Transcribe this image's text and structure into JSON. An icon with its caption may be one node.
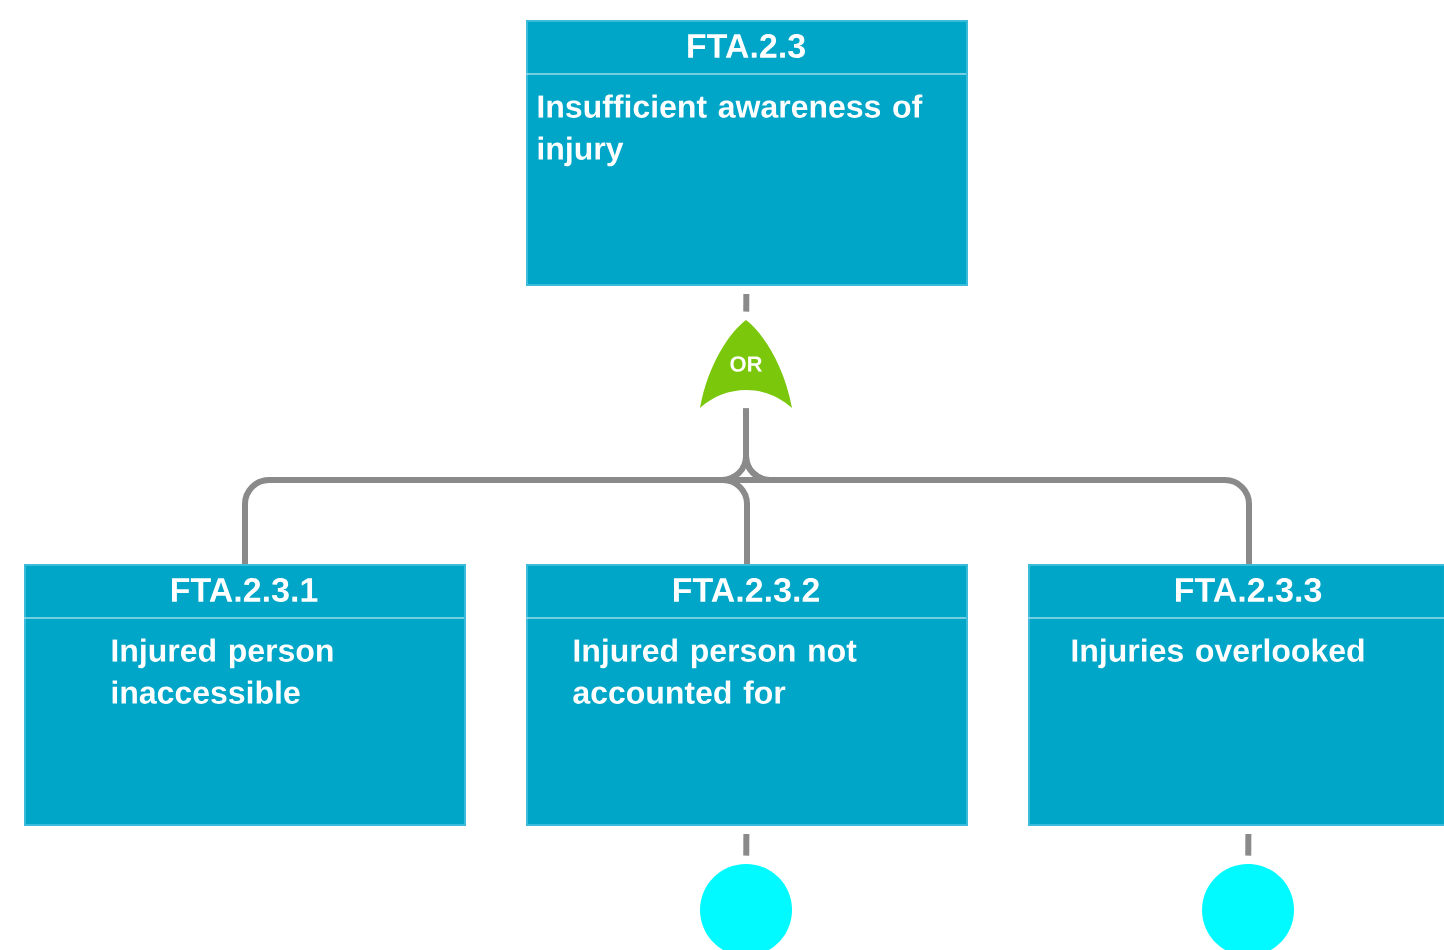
{
  "diagram": {
    "nodes": [
      {
        "text": [
          "FTA.2.3",
          "Insufficient awareness of injury"
        ]
      },
      {
        "text": [
          "OR"
        ]
      },
      {
        "text": [
          "FTA.2.3.1",
          "Injured person inaccessible"
        ]
      },
      {
        "text": [
          "FTA.2.3.2",
          "Injured person not accounted for"
        ]
      },
      {
        "text": [
          "FTA.2.3.3",
          "Injuries overlooked"
        ]
      },
      {
        "text": [],
        "shape": "circle"
      },
      {
        "text": [],
        "shape": "circle"
      }
    ],
    "edges": [
      {
        "from": 0,
        "to": 1,
        "arrow": "none"
      },
      {
        "from": 1,
        "to": 2,
        "arrow": "none"
      },
      {
        "from": 1,
        "to": 3,
        "arrow": "none"
      },
      {
        "from": 1,
        "to": 4,
        "arrow": "none"
      },
      {
        "from": 3,
        "to": 5,
        "arrow": "none"
      },
      {
        "from": 4,
        "to": 6,
        "arrow": "none"
      }
    ]
  }
}
